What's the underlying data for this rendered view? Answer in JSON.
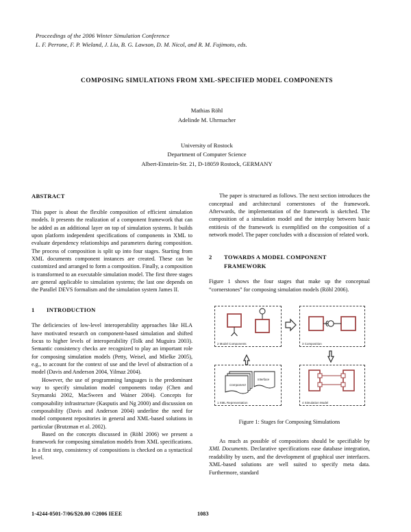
{
  "header": {
    "line1": "Proceedings of the 2006 Winter Simulation Conference",
    "line2": "L. F. Perrone, F. P. Wieland, J. Liu, B. G. Lawson, D. M. Nicol, and R. M. Fujimoto, eds."
  },
  "title": "COMPOSING SIMULATIONS FROM XML-SPECIFIED MODEL COMPONENTS",
  "authors": {
    "author1": "Mathias Röhl",
    "author2": "Adelinde M. Uhrmacher"
  },
  "affiliation": {
    "line1": "University of Rostock",
    "line2": "Department of Computer Science",
    "line3": "Albert-Einstein-Str. 21, D-18059 Rostock, GERMANY"
  },
  "left_column": {
    "abstract_heading": "ABSTRACT",
    "abstract_text": "This paper is about the flexible composition of efficient simulation models. It presents the realization of a component framework that can be added as an additional layer on top of simulation systems. It builds upon platform independent specifications of components in XML to evaluate dependency relationships and parameters during composition. The process of composition is split up into four stages. Starting from XML documents component instances are created. These can be customized and arranged to form a composition. Finally, a composition is transformed to an executable simulation model. The first three stages are general applicable to simulation systems; the last one depends on the Parallel DEVS formalism and the simulation system James II.",
    "intro_number": "1",
    "intro_heading": "INTRODUCTION",
    "intro_p1": "The deficiencies of low-level interoperability approaches like HLA have motivated research on component-based simulation and shifted focus to higher levels of interoperability (Tolk and Muguira 2003). Semantic consistency checks are recognized to play an important role for composing simulation models (Petty, Weisel, and Mielke 2005), e.g., to account for the context of use and the level of abstraction of a model (Davis and Anderson 2004, Yilmaz 2004).",
    "intro_p2": "However, the use of programming languages is the predominant way to specify simulation model components today (Chen and Szymanski 2002, MacSween and Wainer 2004). Concepts for composability infrastructure (Kasputis and Ng 2000) and discussion on composability (Davis and Anderson 2004) underline the need for model component repositories in general and XML-based solutions in particular (Brutzman et al. 2002).",
    "intro_p3": "Based on the concepts discussed in (Röhl 2006) we present a framework for composing simulation models from XML specifications. In a first step, consistency of compositions is checked on a syntactical level."
  },
  "right_column": {
    "p1": "The paper is structured as follows. The next section introduces the conceptual and architectural cornerstones of the framework. Afterwards, the implementation of the framework is sketched. The composition of a simulation model and the interplay between basic entitiesis of the framework is exemplified on the composition of a network model. The paper concludes with a discussion of related work.",
    "sec2_number": "2",
    "sec2_heading_line1": "TOWARDS A MODEL COMPONENT",
    "sec2_heading_line2": "FRAMEWORK",
    "p2": "Figure 1 shows the four stages that make up the conceptual “cornerstones” for composing simulation models (Röhl 2006).",
    "figure": {
      "caption": "Figure 1: Stages for Composing Simulations",
      "stage1_label": "1 XML Representation",
      "stage2_label": "2 Model Components",
      "stage3_label": "3 Composition",
      "stage4_label": "4 Simulation Model",
      "doc_label_component": "Component",
      "doc_label_interface": "Interface",
      "box_border_color": "#9c3b3b",
      "dash_border_color": "#3b3b3b",
      "arrow_color": "#2b2b2b"
    },
    "p3_part1": "As much as possible of compositions should be specifiable by ",
    "p3_italic": "XML Documents",
    "p3_part2": ". Declarative specifications ease database integration, readability by users, and the development of graphical user interfaces. XML-based solutions are well suited to specify meta data. Furthermore, standard"
  },
  "footer": {
    "copyright": "1-4244-0501-7/06/$20.00 ©2006 IEEE",
    "page_number": "1083"
  }
}
